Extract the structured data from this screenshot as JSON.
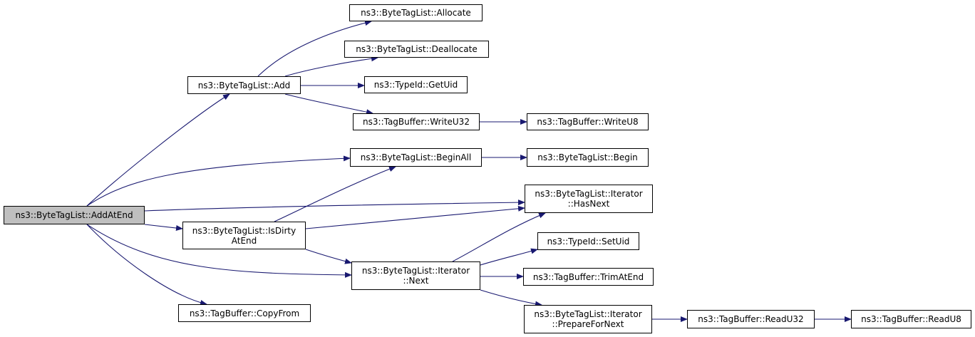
{
  "colors": {
    "edge": "#191970",
    "node_border": "#000000",
    "root_fill": "#bfbfbf",
    "node_fill": "#ffffff"
  },
  "nodes": {
    "add_at_end": {
      "line1": "ns3::ByteTagList::AddAtEnd"
    },
    "add": {
      "line1": "ns3::ByteTagList::Add"
    },
    "allocate": {
      "line1": "ns3::ByteTagList::Allocate"
    },
    "deallocate": {
      "line1": "ns3::ByteTagList::Deallocate"
    },
    "get_uid": {
      "line1": "ns3::TypeId::GetUid"
    },
    "write_u32": {
      "line1": "ns3::TagBuffer::WriteU32"
    },
    "write_u8": {
      "line1": "ns3::TagBuffer::WriteU8"
    },
    "begin_all": {
      "line1": "ns3::ByteTagList::BeginAll"
    },
    "begin": {
      "line1": "ns3::ByteTagList::Begin"
    },
    "has_next": {
      "line1": "ns3::ByteTagList::Iterator",
      "line2": "::HasNext"
    },
    "is_dirty_at_end": {
      "line1": "ns3::ByteTagList::IsDirty",
      "line2": "AtEnd"
    },
    "set_uid": {
      "line1": "ns3::TypeId::SetUid"
    },
    "next": {
      "line1": "ns3::ByteTagList::Iterator",
      "line2": "::Next"
    },
    "trim_at_end": {
      "line1": "ns3::TagBuffer::TrimAtEnd"
    },
    "copy_from": {
      "line1": "ns3::TagBuffer::CopyFrom"
    },
    "prepare_for_next": {
      "line1": "ns3::ByteTagList::Iterator",
      "line2": "::PrepareForNext"
    },
    "read_u32": {
      "line1": "ns3::TagBuffer::ReadU32"
    },
    "read_u8": {
      "line1": "ns3::TagBuffer::ReadU8"
    }
  },
  "edges": [
    [
      "add_at_end",
      "add"
    ],
    [
      "add_at_end",
      "begin_all"
    ],
    [
      "add_at_end",
      "has_next"
    ],
    [
      "add_at_end",
      "is_dirty_at_end"
    ],
    [
      "add_at_end",
      "next"
    ],
    [
      "add_at_end",
      "copy_from"
    ],
    [
      "add",
      "allocate"
    ],
    [
      "add",
      "deallocate"
    ],
    [
      "add",
      "get_uid"
    ],
    [
      "add",
      "write_u32"
    ],
    [
      "write_u32",
      "write_u8"
    ],
    [
      "begin_all",
      "begin"
    ],
    [
      "is_dirty_at_end",
      "begin_all"
    ],
    [
      "is_dirty_at_end",
      "has_next"
    ],
    [
      "is_dirty_at_end",
      "next"
    ],
    [
      "next",
      "has_next"
    ],
    [
      "next",
      "set_uid"
    ],
    [
      "next",
      "trim_at_end"
    ],
    [
      "next",
      "prepare_for_next"
    ],
    [
      "prepare_for_next",
      "read_u32"
    ],
    [
      "read_u32",
      "read_u8"
    ]
  ]
}
